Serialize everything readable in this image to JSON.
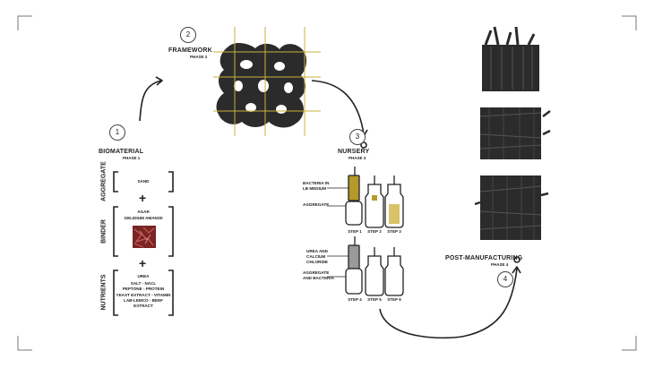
{
  "phases": [
    {
      "number": "1",
      "title": "BIOMATERIAL",
      "phase": "PHASE 1"
    },
    {
      "number": "2",
      "title": "FRAMEWORK",
      "phase": "PHASE 2"
    },
    {
      "number": "3",
      "title": "NURSERY",
      "phase": "PHASE 3"
    },
    {
      "number": "4",
      "title": "POST-MANUFACTURING",
      "phase": "PHASE 4"
    }
  ],
  "biomaterial": {
    "aggregate": {
      "label": "AGGREGATE",
      "content": "SAND"
    },
    "binder": {
      "label": "BINDER",
      "content_line1": "AGAR",
      "content_line2": "GELIDIUM AMANSII"
    },
    "nutrients": {
      "label": "NUTRIENTS",
      "lines": [
        "UREA",
        "SALT - NACL",
        "PEPTONE - PROTEIN",
        "YEAST EXTRACT - VITAMIN",
        "LAB-LEMCO - BEEF EXTRACT"
      ]
    },
    "plus": "+"
  },
  "nursery": {
    "labels": {
      "bacteria": [
        "BACTERIA IN",
        "LB MEDIUM"
      ],
      "aggregate": "AGGREGATE",
      "urea": [
        "UREA AND",
        "CALCIUM",
        "CHLORIDE"
      ],
      "agg_bact": [
        "AGGREGATE",
        "AND BACTERIA"
      ]
    },
    "steps": [
      "STEP 1",
      "STEP 2",
      "STEP 3",
      "STEP 4",
      "STEP 5",
      "STEP 6"
    ]
  },
  "colors": {
    "ink": "#222222",
    "grid": "#c9b23a",
    "bacteria": "#b59a2a",
    "solid": "#2b2b2b",
    "red": "#8e2a2a"
  }
}
